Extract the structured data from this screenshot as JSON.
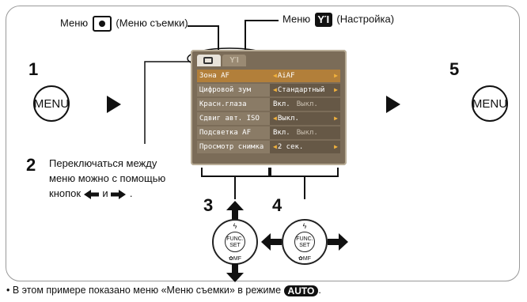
{
  "callouts": {
    "menu_shoot_prefix": "Меню",
    "menu_shoot_suffix": "(Меню съемки)",
    "menu_setup_prefix": "Меню",
    "menu_setup_suffix": "(Настройка)"
  },
  "steps": {
    "step1": "1",
    "step2": "2",
    "step3": "3",
    "step4": "4",
    "step5": "5",
    "menu_button_label": "MENU",
    "step2_line1": "Переключаться между",
    "step2_line2": "меню можно с помощью",
    "step2_line3_a": "кнопок",
    "step2_line3_b": "и",
    "step2_line3_c": "."
  },
  "screen": {
    "tabs": {
      "camera_icon": "camera-icon",
      "setup_icon": "tools-icon",
      "setup_glyph": "ΥΊ"
    },
    "rows": [
      {
        "label": "Зона AF",
        "value": "AiAF",
        "value2": "",
        "selected": true
      },
      {
        "label": "Цифровой зум",
        "value": "Стандартный",
        "value2": "",
        "selected": false
      },
      {
        "label": "Красн.глаза",
        "value": "Вкл.",
        "value2": "Выкл.",
        "selected": false
      },
      {
        "label": "Сдвиг авт. ISO",
        "value": "Выкл.",
        "value2": "",
        "selected": false
      },
      {
        "label": "Подсветка AF",
        "value": "Вкл.",
        "value2": "Выкл.",
        "selected": false
      },
      {
        "label": "Просмотр снимка",
        "value": "2 сек.",
        "value2": "",
        "selected": false
      }
    ]
  },
  "dials": {
    "func_line1": "FUNC.",
    "func_line2": "SET",
    "top_symbol": "ϟ",
    "bottom_label": "✿MF"
  },
  "footnote": {
    "bullet": "•",
    "text": "В этом примере показано меню «Меню съемки» в режиме",
    "mode_badge": "AUTO",
    "end": "."
  },
  "colors": {
    "screen_bg": "#7b6c58",
    "selected_row": "#b27f3a",
    "arrow_color": "#f2b23d"
  }
}
